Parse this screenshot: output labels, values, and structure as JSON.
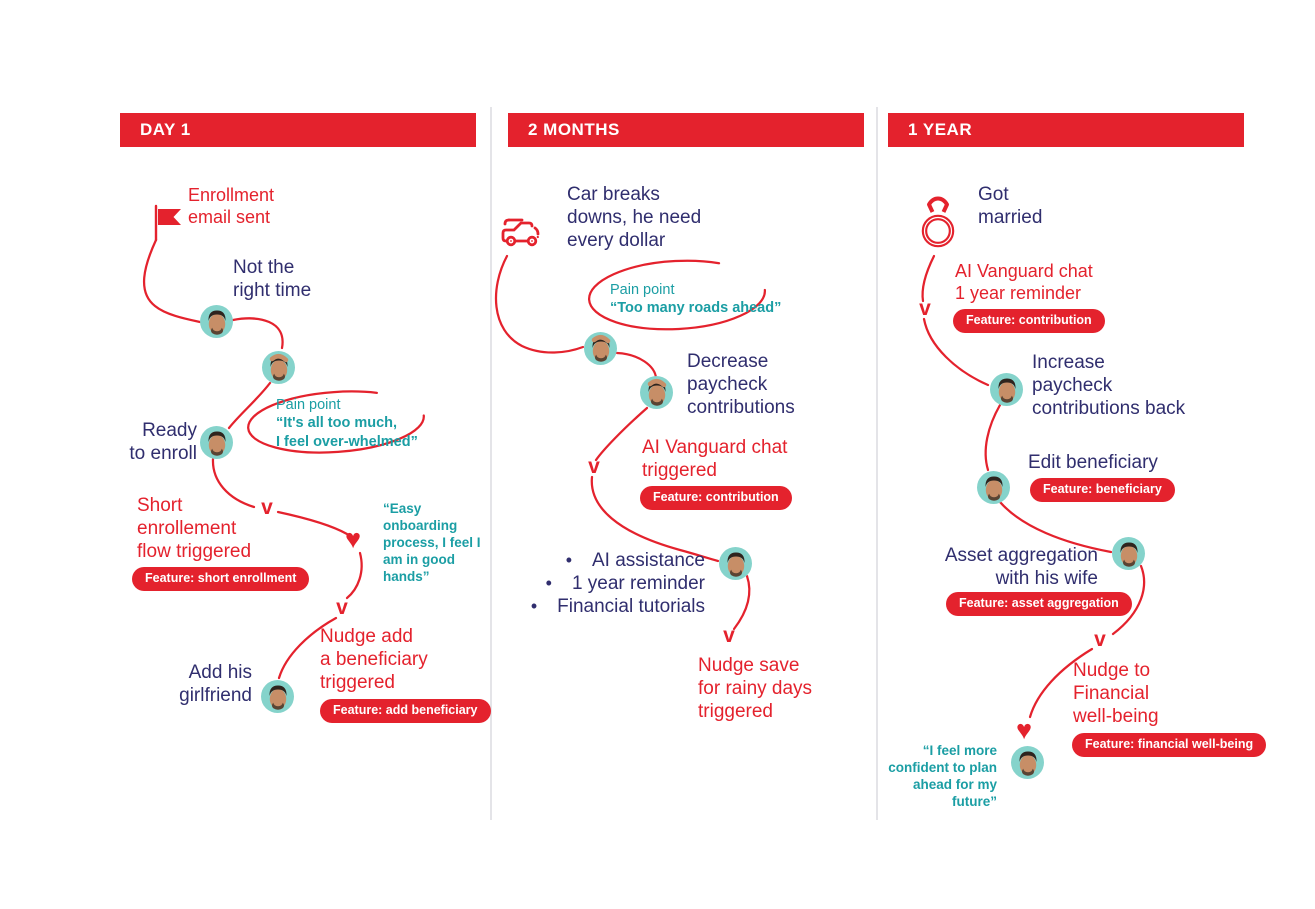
{
  "palette": {
    "red": "#E4222D",
    "navy": "#302E6E",
    "teal": "#1B9EA4",
    "avatar_bg": "#85D3CB",
    "divider": "#E4E4E8"
  },
  "glyphs": {
    "chevron": "v",
    "heart": "♥",
    "bullet": "•"
  },
  "columns": [
    {
      "header": "DAY 1",
      "milestone": "Enrollment\nemail sent",
      "steps": {
        "not_right_time": "Not the\nright time",
        "ready_to_enroll": "Ready\nto enroll",
        "add_girlfriend": "Add his\ngirlfriend"
      },
      "actions": {
        "short_flow": "Short\nenrollement\nflow triggered",
        "nudge_beneficiary": "Nudge add\na beneficiary\ntriggered"
      },
      "badges": {
        "short_enrollment": "Feature: short enrollment",
        "add_beneficiary": "Feature: add beneficiary"
      },
      "pain_point": {
        "label": "Pain point",
        "quote": "“It's all too much,\nI feel over-whelmed”"
      },
      "quote": "“Easy\nonboarding\nprocess, I feel I\nam in good\nhands”"
    },
    {
      "header": "2 MONTHS",
      "milestone": "Car breaks\ndowns, he need\nevery dollar",
      "pain_point": {
        "label": "Pain point",
        "quote": "“Too many roads ahead”"
      },
      "steps": {
        "decrease": "Decrease\npaycheck\ncontributions"
      },
      "actions": {
        "ai_chat": "AI Vanguard chat\ntriggered",
        "nudge_save": "Nudge save\nfor rainy days\ntriggered"
      },
      "badges": {
        "contribution": "Feature: contribution"
      },
      "bullets": [
        "AI assistance",
        "1 year reminder",
        "Financial tutorials"
      ]
    },
    {
      "header": "1 YEAR",
      "milestone": "Got\nmarried",
      "actions": {
        "ai_chat_reminder": "AI Vanguard chat\n1 year reminder",
        "nudge_wellbeing": "Nudge to\nFinancial\nwell-being"
      },
      "steps": {
        "increase": "Increase\npaycheck\ncontributions back",
        "edit_beneficiary": "Edit beneficiary",
        "asset_aggregation": "Asset aggregation\nwith his wife"
      },
      "badges": {
        "contribution": "Feature: contribution",
        "beneficiary": "Feature: beneficiary",
        "asset_aggregation": "Feature: asset aggregation",
        "financial_wellbeing": "Feature: financial well-being"
      },
      "quote": "“I feel more\nconfident to plan\nahead for my\nfuture”"
    }
  ]
}
